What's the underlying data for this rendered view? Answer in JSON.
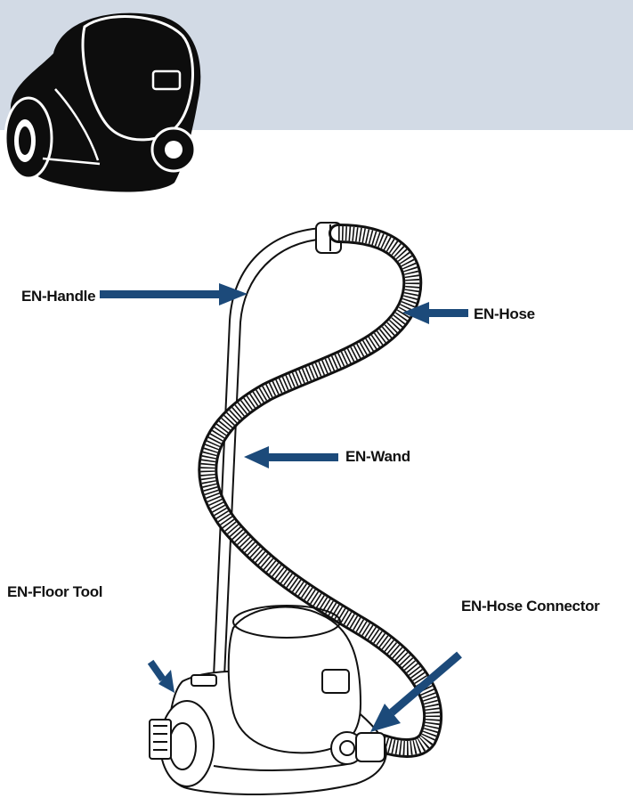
{
  "colors": {
    "header_band": "#d2dae5",
    "arrow": "#1c4a7a",
    "line": "#111111",
    "body_fill": "#ffffff",
    "icon_fill": "#0d0d0d"
  },
  "icon": "canister-vacuum-icon",
  "labels": {
    "handle": "EN-Handle",
    "hose": "EN-Hose",
    "wand": "EN-Wand",
    "floor_tool": "EN-Floor Tool",
    "hose_connector": "EN-Hose Connector"
  }
}
